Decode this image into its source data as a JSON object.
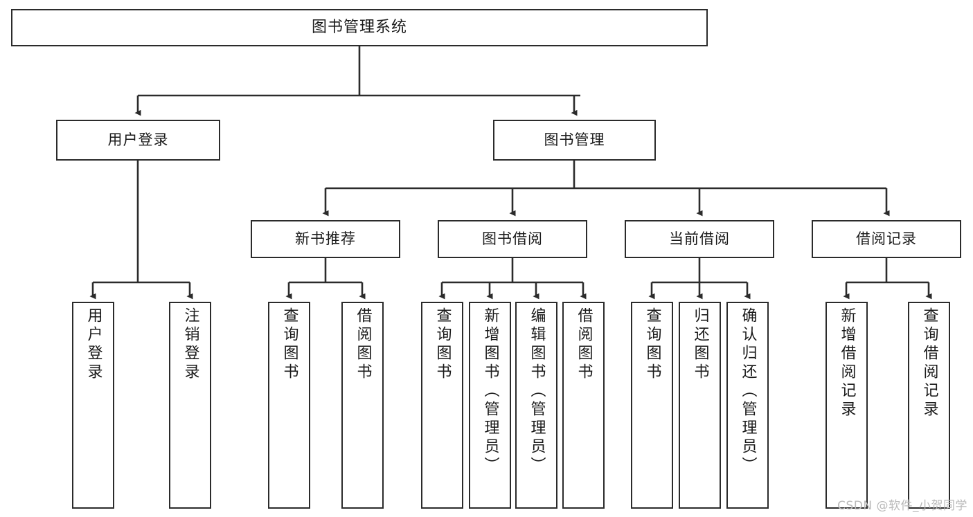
{
  "diagram": {
    "title": "图书管理系统",
    "type": "tree",
    "watermark": "CSDN @软件_小贺同学",
    "colors": {
      "box_border": "#2b2b2b",
      "box_fill": "#ffffff",
      "edge": "#2b2b2b",
      "text": "#1a1a1a",
      "watermark": "#b9b9b9",
      "background": "#ffffff"
    },
    "levels": {
      "root": "图书管理系统",
      "level2": [
        "用户登录",
        "图书管理"
      ],
      "level3": [
        "新书推荐",
        "图书借阅",
        "当前借阅",
        "借阅记录"
      ]
    },
    "nodes": {
      "root": {
        "label": "图书管理系统"
      },
      "user_login": {
        "label": "用户登录"
      },
      "book_manage": {
        "label": "图书管理"
      },
      "new_book_rec": {
        "label": "新书推荐"
      },
      "book_borrow": {
        "label": "图书借阅"
      },
      "current_borrow": {
        "label": "当前借阅"
      },
      "borrow_record": {
        "label": "借阅记录"
      },
      "leaf_user_login": {
        "label": "用户登录"
      },
      "leaf_logout": {
        "label": "注销登录"
      },
      "leaf_query_book_1": {
        "label": "查询图书"
      },
      "leaf_borrow_book_1": {
        "label": "借阅图书"
      },
      "leaf_query_book_2": {
        "label": "查询图书"
      },
      "leaf_add_book": {
        "label": "新增图书（管理员）"
      },
      "leaf_edit_book": {
        "label": "编辑图书（管理员）"
      },
      "leaf_borrow_book_2": {
        "label": "借阅图书"
      },
      "leaf_query_book_3": {
        "label": "查询图书"
      },
      "leaf_return_book": {
        "label": "归还图书"
      },
      "leaf_confirm_return": {
        "label": "确认归还（管理员）"
      },
      "leaf_add_record": {
        "label": "新增借阅记录"
      },
      "leaf_query_record": {
        "label": "查询借阅记录"
      }
    }
  }
}
